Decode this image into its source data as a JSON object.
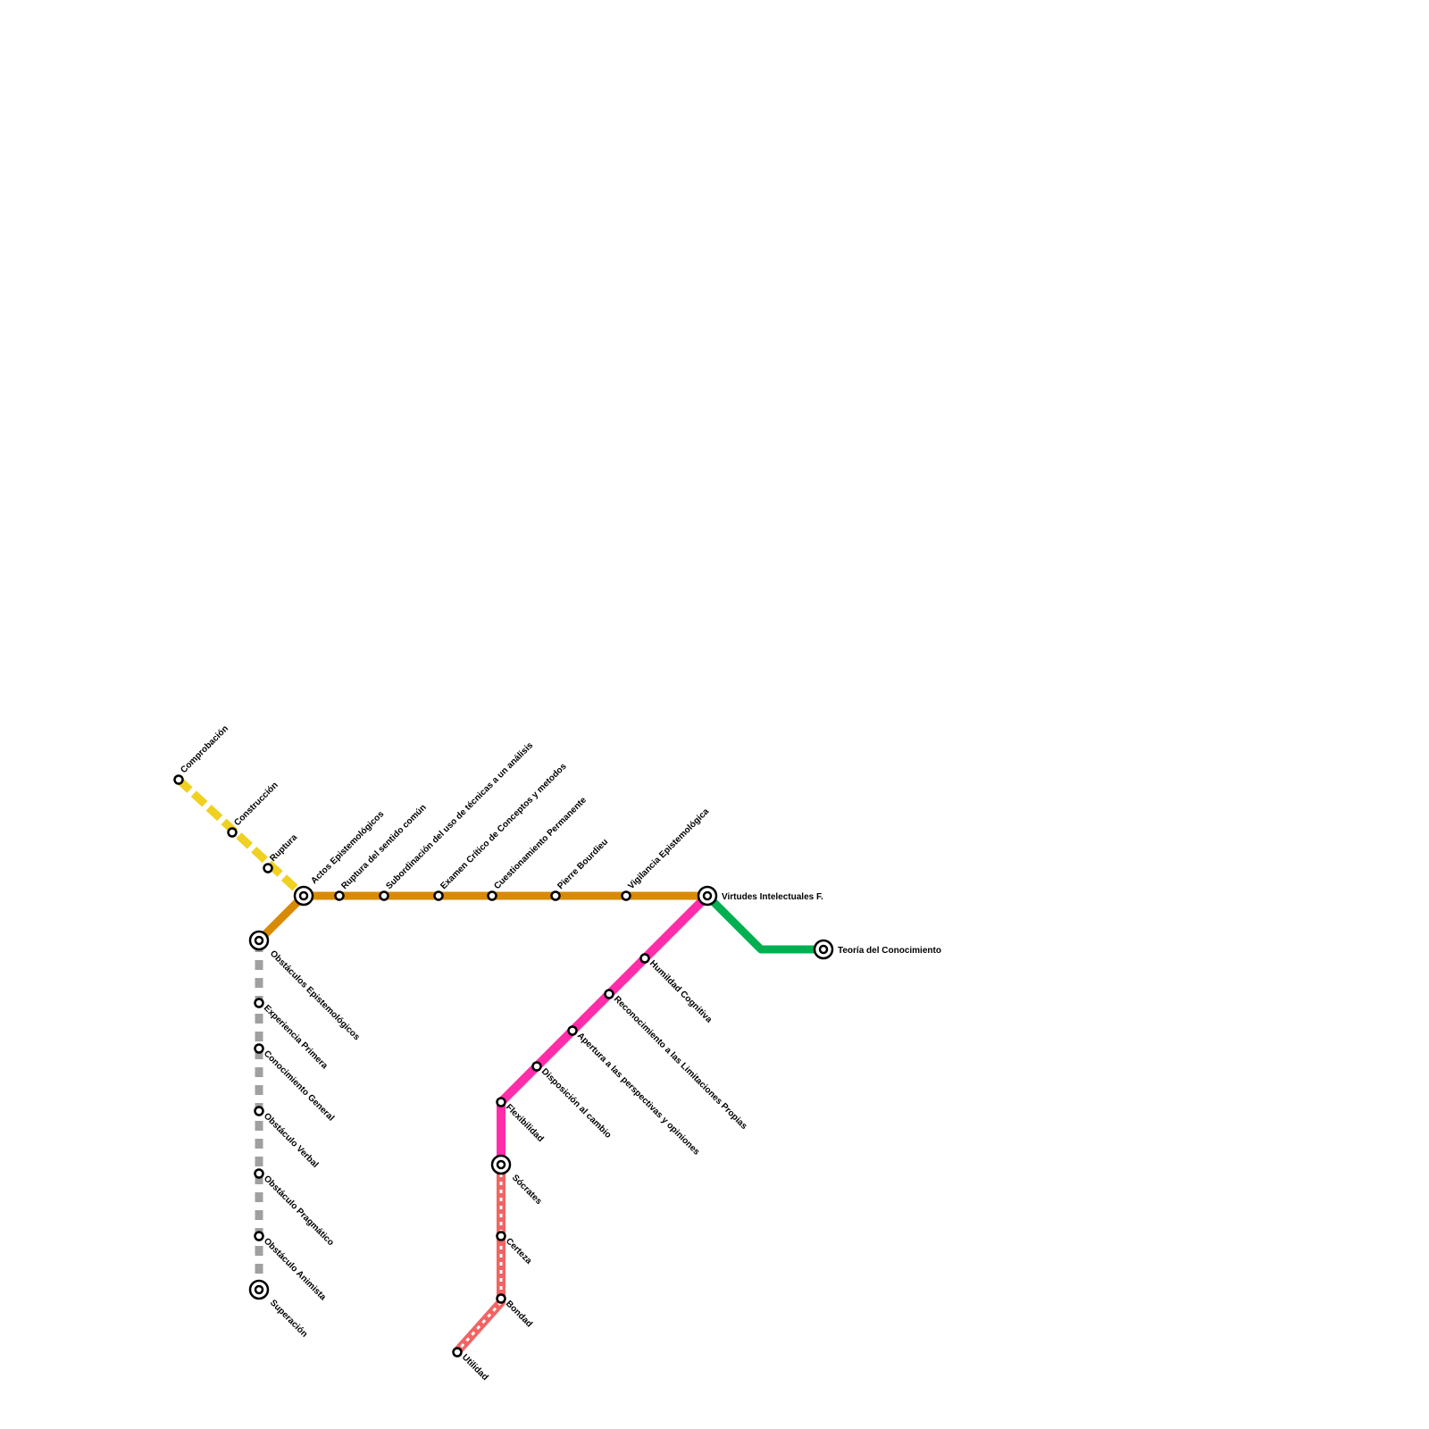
{
  "lines": {
    "yellow": {
      "color": "#F0D020",
      "style": "dashed"
    },
    "orange": {
      "color": "#D98A05",
      "style": "solid"
    },
    "gray": {
      "color": "#A0A0A0",
      "style": "dotted"
    },
    "pink": {
      "color": "#FF2DAA",
      "style": "solid"
    },
    "green": {
      "color": "#00B050",
      "style": "solid"
    },
    "salmon": {
      "color": "#F26464",
      "style": "striped"
    }
  },
  "stations": {
    "comprobacion": "Comprobación",
    "construccion": "Construcción",
    "ruptura": "Ruptura",
    "actos": "Actos Epistemológicos",
    "ruptura_sentido": "Ruptura del sentido común",
    "subordinacion": "Subordinación del uso de técnicas a un análisis",
    "examen": "Examen Crítico de Conceptos y metodos",
    "cuestionamiento": "Cuestionamiento Permanente",
    "bourdieu": "Pierre Bourdieu",
    "vigilancia": "Vigilancia Epistemológica",
    "virtudes": "Virtudes Intelectuales F.",
    "teoria": "Teoría del Conocimiento",
    "obstaculos": "Obstáculos Epistemológicos",
    "experiencia": "Experiencia Primera",
    "conocimiento_general": "Conocimiento General",
    "verbal": "Obstáculo Verbal",
    "pragmatico": "Obstáculo Pragmático",
    "animista": "Obstáculo Animista",
    "superacion": "Superación",
    "humildad": "Humildad Cognitiva",
    "reconocimiento": "Reconocimiento a las Limitaciones Propias",
    "apertura": "Apertura a las perspectivas y opiniones",
    "disposicion": "Disposición al cambio",
    "flexibilidad": "Flexibilidad",
    "socrates": "Sócrates",
    "certeza": "Certeza",
    "bondad": "Bondad",
    "utilidad": "Utilidad"
  }
}
